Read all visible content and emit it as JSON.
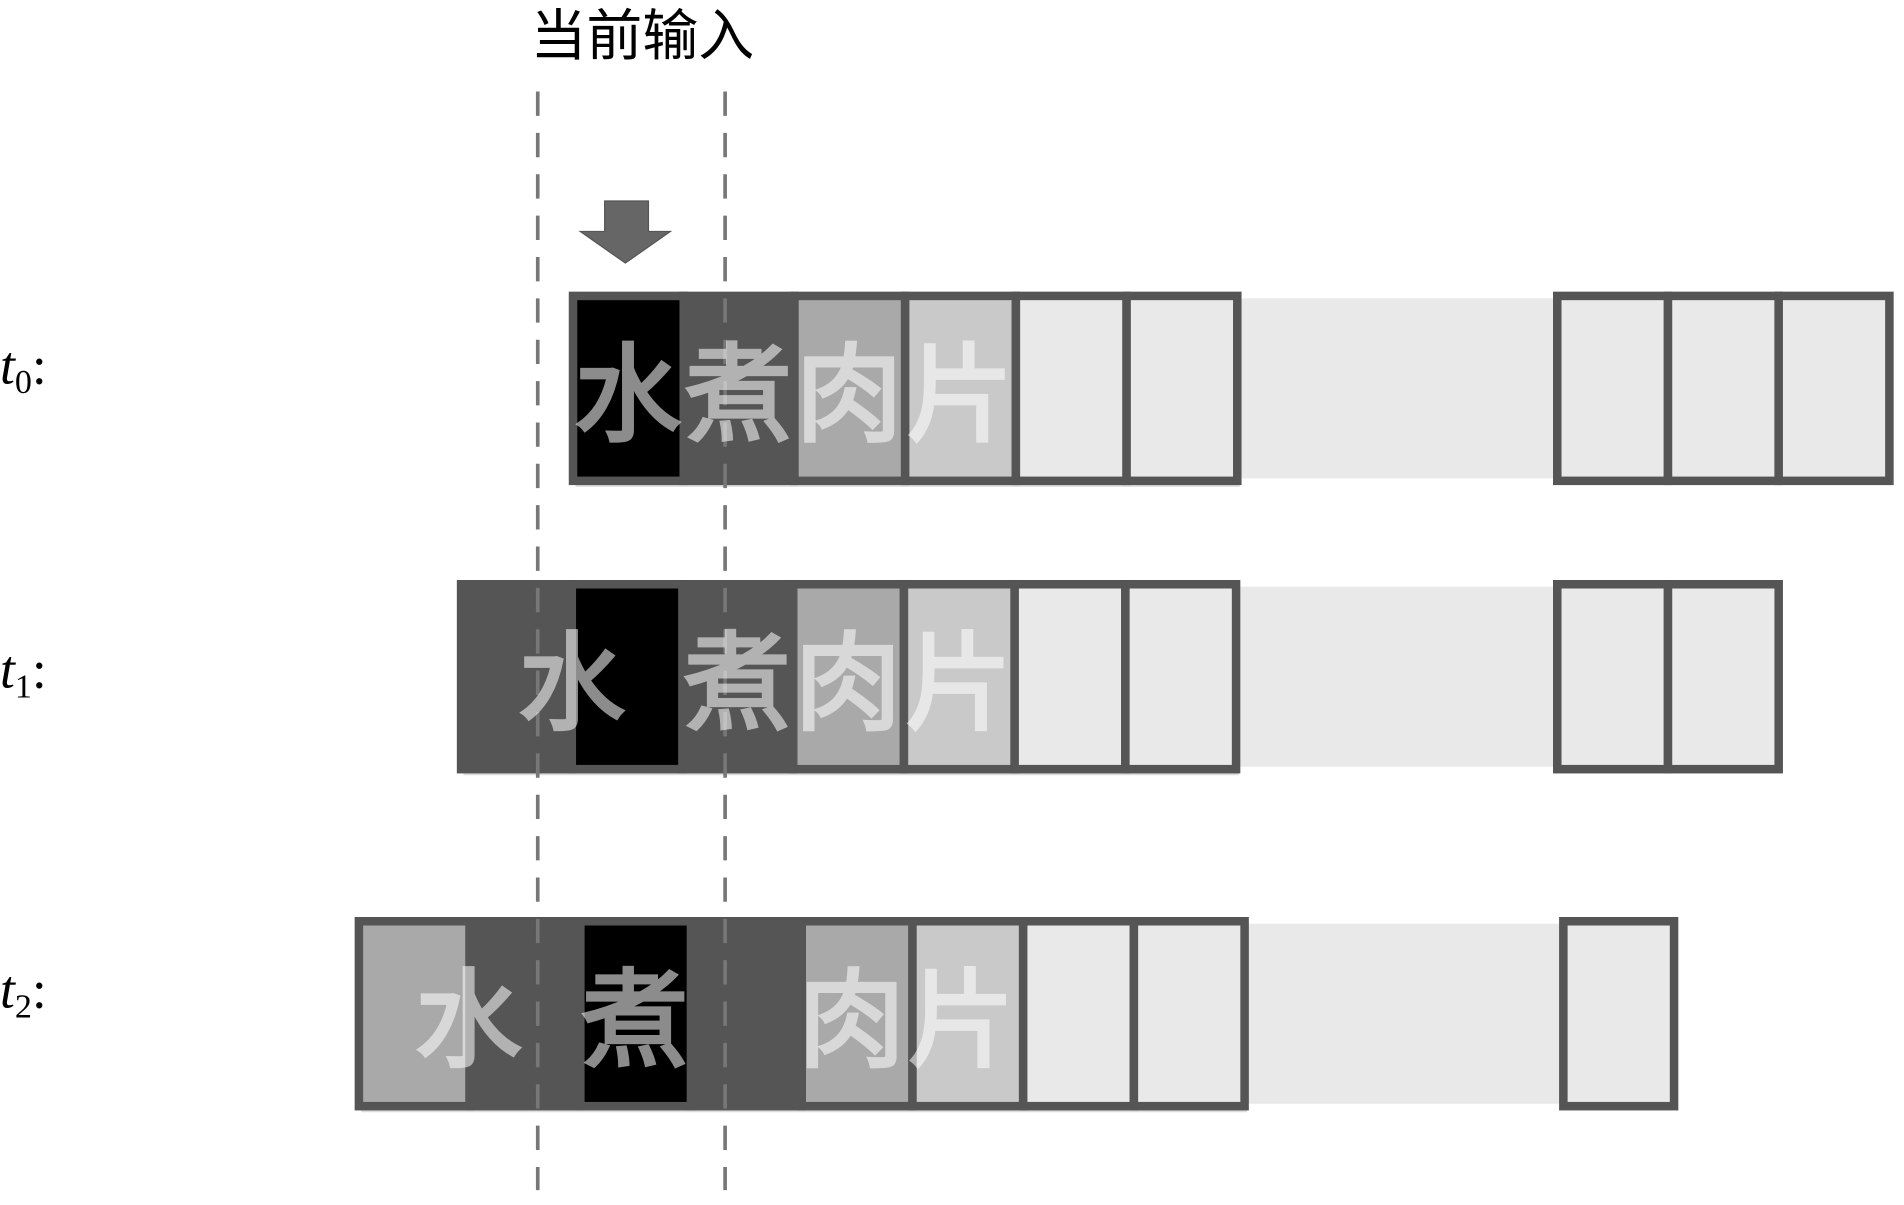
{
  "title": "当前输入",
  "image_text": [
    "水",
    "煮",
    "肉",
    "片"
  ],
  "colors": {
    "active": "#000000",
    "dark": "#555555",
    "mid": "#a9a9a9",
    "light": "#c9c9c9",
    "empty": "#e9e9e9",
    "border": "#555555",
    "dash": "#777777",
    "arrow": "#666666"
  },
  "rows": [
    {
      "label_t": "t",
      "label_sub": "0",
      "label_colon": ":",
      "cells_left": [
        "active",
        "dark",
        "mid",
        "light",
        "empty",
        "empty"
      ],
      "cells_right": [
        "empty",
        "empty",
        "empty"
      ]
    },
    {
      "label_t": "t",
      "label_sub": "1",
      "label_colon": ":",
      "cells_left": [
        "dark",
        "active",
        "dark",
        "mid",
        "light",
        "empty",
        "empty"
      ],
      "cells_right": [
        "empty",
        "empty"
      ]
    },
    {
      "label_t": "t",
      "label_sub": "2",
      "label_colon": ":",
      "cells_left": [
        "mid",
        "dark",
        "active",
        "dark",
        "mid",
        "light",
        "empty",
        "empty"
      ],
      "cells_right": [
        "empty"
      ]
    }
  ]
}
